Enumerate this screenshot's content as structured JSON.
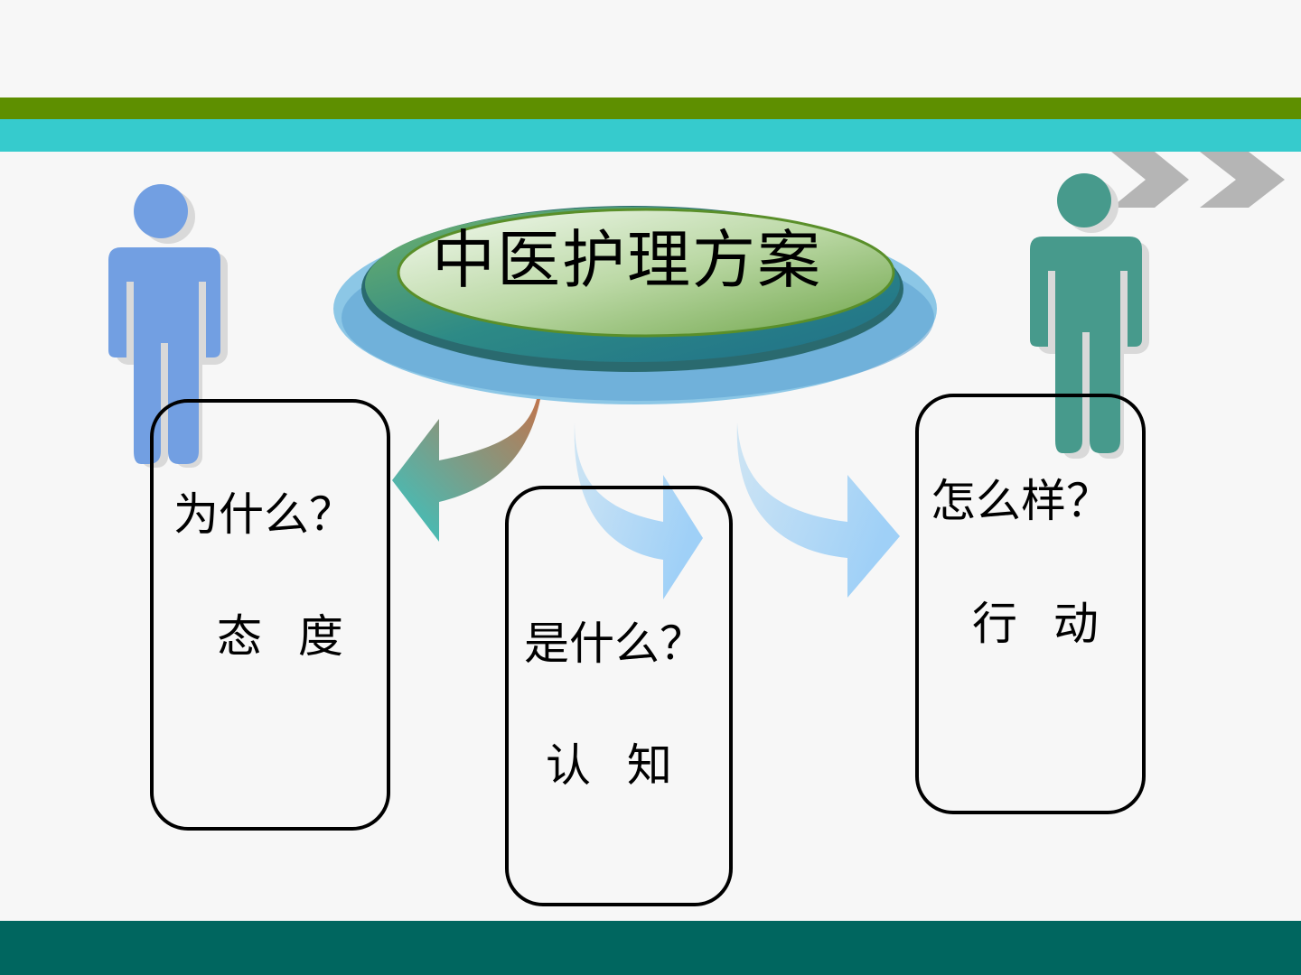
{
  "title": "中医护理方案",
  "boxes": {
    "left": {
      "question": "为什么？",
      "answer": "态 度"
    },
    "middle": {
      "question": "是什么？",
      "answer": "认 知"
    },
    "right": {
      "question": "怎么样？",
      "answer": "行 动"
    }
  },
  "colors": {
    "band_green": "#5e8f00",
    "band_cyan": "#36cbcd",
    "footer": "#00665f",
    "person_left": "#729fe2",
    "person_right": "#479a8c",
    "chevrons": "#b5b5b5"
  },
  "icons": [
    "person-icon",
    "person-icon",
    "chevron-right-icon",
    "chevron-right-icon",
    "curved-arrow-icon"
  ]
}
